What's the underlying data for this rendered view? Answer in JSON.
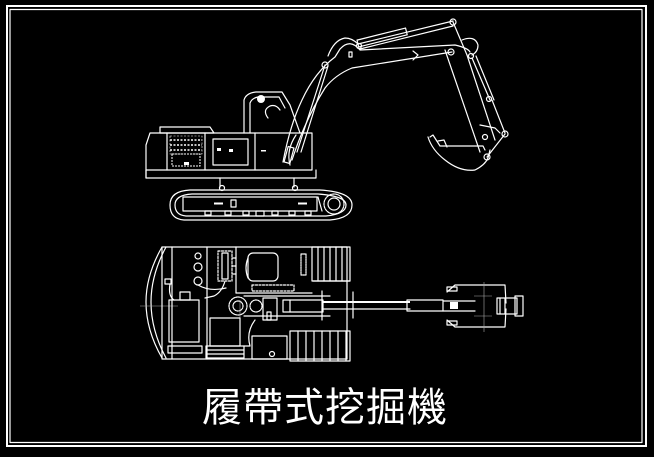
{
  "drawing": {
    "title": "履帶式挖掘機",
    "background": "#000000",
    "line_color": "#ffffff",
    "views": [
      {
        "name": "side-elevation",
        "label": "Side view of crawler excavator with boom, arm and bucket"
      },
      {
        "name": "plan-view",
        "label": "Top view of crawler excavator with extended arm"
      }
    ]
  }
}
